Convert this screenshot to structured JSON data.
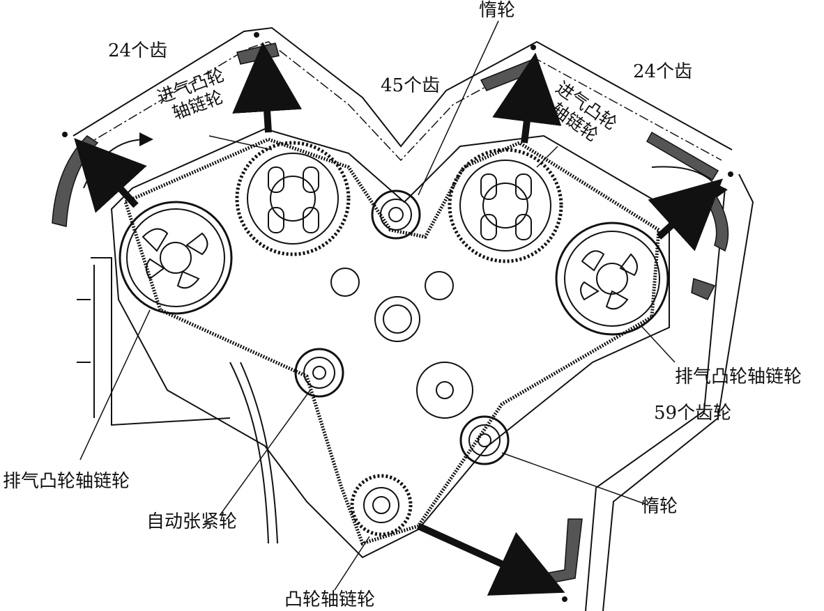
{
  "labels": {
    "idler_top": "惰轮",
    "teeth_45": "45个齿",
    "teeth_24_left": "24个齿",
    "teeth_24_right": "24个齿",
    "intake_left_line1": "进气凸轮",
    "intake_left_line2": "轴链轮",
    "intake_right_line1": "进气凸轮",
    "intake_right_line2": "轴链轮",
    "exhaust_right": "排气凸轮轴链轮",
    "teeth_59": "59个齿轮",
    "exhaust_left": "排气凸轮轴链轮",
    "auto_tensioner": "自动张紧轮",
    "idler_bottom": "惰轮",
    "crank_sprocket": "凸轮轴链轮"
  },
  "colors": {
    "line": "#111111",
    "belt_fill": "#555555",
    "background": "#ffffff"
  }
}
